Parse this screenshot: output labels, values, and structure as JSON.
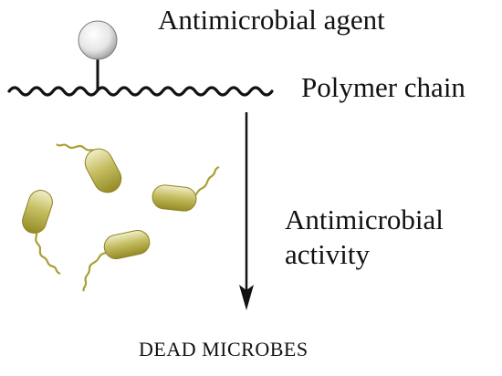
{
  "labels": {
    "agent": "Antimicrobial agent",
    "polymer": "Polymer chain",
    "activity_line1": "Antimicrobial",
    "activity_line2": "activity",
    "dead": "DEAD MICROBES"
  },
  "colors": {
    "bacterium": "#a9a033",
    "bacterium_highlight": "#eae7b8",
    "flagellum": "#a9a033",
    "line": "#111111",
    "sphere": "#dcdcdc"
  },
  "microbe_count": 4
}
